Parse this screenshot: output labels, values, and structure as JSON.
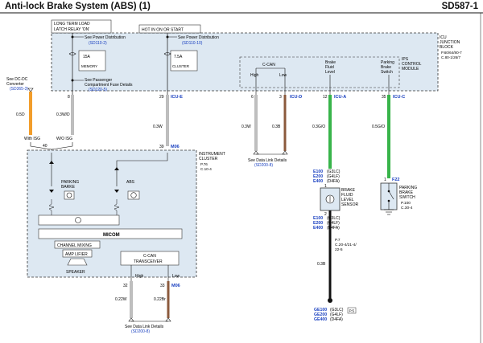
{
  "header": {
    "title": "Anti-lock Brake System (ABS) (1)",
    "code": "SD587-1"
  },
  "junction": {
    "note_lines": [
      "LONG TERM LOAD",
      "LATCH RELAY 'ON'"
    ],
    "hot_label": "HOT IN ON OR START",
    "power1_title": "See Power Distribution",
    "power1_ref": "(SD110-2)",
    "fuse1": "15A",
    "fuse1_name": "MEMORY",
    "pass_line1": "See Passenger",
    "pass_line2": "Compartment Fuse Details",
    "pass_ref": "(SD120-5)",
    "power2_title": "See Power Distribution",
    "power2_ref": "(SD110-10)",
    "fuse2": "7.5A",
    "fuse2_name": "CLUSTER",
    "icu_lines": [
      "ICU",
      "JUNCTION",
      "BLOCK"
    ],
    "icu_refs": [
      "P.60/64/80-7",
      "C.80-1/26/7"
    ],
    "ips_lines": [
      "IPS",
      "CONTROL",
      "MODULE"
    ],
    "can_label": "C-CAN",
    "high": "High",
    "low": "Low",
    "brake_fluid_lines": [
      "Brake",
      "Fluid",
      "Level"
    ],
    "parking_brake_lines": [
      "Parking",
      "Brake",
      "Switch"
    ],
    "pin8": "8",
    "pin29": "29",
    "conn_icue": "ICU-E",
    "pin6": "6",
    "pin3": "3",
    "conn_icud": "ICU-D",
    "pin12": "12",
    "conn_icua": "ICU-A",
    "pin35": "35",
    "conn_icuc": "ICU-C"
  },
  "converter": {
    "lines": [
      "See DC-DC",
      "Converter"
    ],
    "ref": "(SD365-3)"
  },
  "wires": {
    "w05d": "0.5D",
    "w03wd": "0.3W/D",
    "with_isg": "With ISG",
    "wo_isg": "W/O ISG",
    "w03w_a": "0.3W",
    "w03w_b": "0.3W",
    "w03b": "0.3B",
    "w03gro": "0.3G/O",
    "w05gro": "0.5G/O",
    "w03b2": "0.3B",
    "w022w": "0.22W",
    "w022br": "0.22Br"
  },
  "datalink": {
    "title": "See Data Link Details",
    "ref": "(SD200-8)"
  },
  "cluster": {
    "lines": [
      "INSTRUMENT",
      "CLUSTER"
    ],
    "refs": [
      "P.76",
      "C.10-4"
    ],
    "pin39": "39",
    "conn_m06": "M06",
    "pin40": "40",
    "parking_lines": [
      "PARKING",
      "BARKE"
    ],
    "abs_label": "ABS",
    "micom": "MICOM",
    "channel_mixing": "CHANNEL MIXING",
    "amplifier": "AMP LIFIER",
    "speaker": "SPEAKER",
    "ccan_lines": [
      "C-CAN",
      "TRANSCEIVER"
    ],
    "high": "High",
    "low": "Low",
    "pin32": "32",
    "pin33": "33",
    "conn_m06b": "M06"
  },
  "brake_sensor": {
    "conns_top": [
      "E100",
      "E200",
      "E400"
    ],
    "conns_top_suffix": [
      "(G3LC)",
      "(G4LF)",
      "(D4FA)"
    ],
    "lines": [
      "BRAKE",
      "FLUID",
      "LEVEL",
      "SENSOR"
    ],
    "pin1": "1",
    "pin2": "2",
    "conns_bot": [
      "E100",
      "E200",
      "E400"
    ],
    "conns_bot_suffix": [
      "(G3LC)",
      "(G4LF)",
      "(D4FA)"
    ],
    "refs": [
      "P.7",
      "C.20-4/21-4/",
      "22-5"
    ]
  },
  "ground": {
    "conns": [
      "GE100",
      "GE200",
      "GE400"
    ],
    "suffix": [
      "(G3LC)",
      "(G4LF)",
      "(D4FA)"
    ],
    "ref": "P.5"
  },
  "parking_switch": {
    "pin1": "1",
    "conn": "F22",
    "lines": [
      "PARKING",
      "BRAKE",
      "SWITCH"
    ],
    "refs": [
      "P.100",
      "C.30-4"
    ]
  },
  "colors": {
    "orange": "#f29d2b",
    "brown": "#8b5a3c",
    "green": "#38b44a",
    "gray": "#bfbfbf",
    "blue_text": "#1a40c0",
    "box_fill": "#dde8f2",
    "black": "#111111"
  }
}
